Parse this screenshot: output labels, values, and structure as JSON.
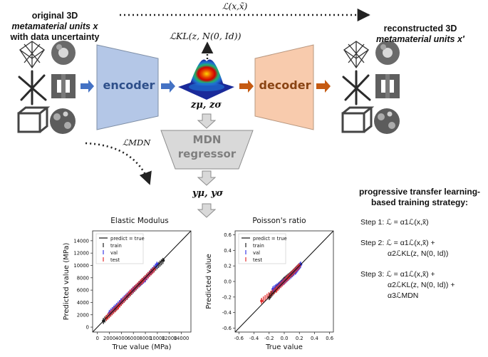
{
  "left_header": [
    "original 3D",
    "metamaterial units x",
    "with data uncertainty"
  ],
  "right_header": [
    "reconstructed 3D",
    "metamaterial units x′"
  ],
  "top_loss": "ℒ(x,x̃)",
  "kl_loss": "ℒKL(z, N(0, Id))",
  "encoder_label": "encoder",
  "decoder_label": "decoder",
  "latent_label": "zμ, zσ",
  "mdn_label": [
    "MDN",
    "regressor"
  ],
  "mdn_loss": "ℒMDN",
  "output_label": "yμ, yσ",
  "strategy_title": [
    "progressive transfer learning-",
    "based training strategy:"
  ],
  "steps": {
    "step1": [
      "Step 1: ℒ = α1ℒ(x,x̃)"
    ],
    "step2": [
      "Step 2: ℒ = α1ℒ(x,x̃) +",
      "α2ℒKL(z, N(0, Id))"
    ],
    "step3": [
      "Step 3: ℒ = α1ℒ(x,x̃) +",
      "α2ℒKL(z, N(0, Id)) +",
      "α3ℒMDN"
    ]
  },
  "colors": {
    "encoder": "#b4c7e7",
    "decoder": "#f8cbad",
    "mdn": "#d9d9d9",
    "arrow": "#4472c4",
    "arrow_dec": "#c55a11"
  },
  "chart_data": [
    {
      "type": "scatter",
      "title": "Elastic Modulus",
      "xlabel": "True value (MPa)",
      "ylabel": "Predicted value (MPa)",
      "xlim": [
        -800,
        15600
      ],
      "ylim": [
        -800,
        15600
      ],
      "xticks": [
        0,
        2000,
        4000,
        6000,
        8000,
        10000,
        12000,
        14000
      ],
      "xtick_labels": [
        "0",
        "2000",
        "4000",
        "6000",
        "8000",
        "10000",
        "12000",
        "14000"
      ],
      "yticks": [
        0,
        2000,
        4000,
        6000,
        8000,
        10000,
        12000,
        14000
      ],
      "ytick_labels": [
        "0",
        "2000",
        "4000",
        "6000",
        "8000",
        "10000",
        "12000",
        "14000"
      ],
      "legend": [
        "predict = true",
        "train",
        "val",
        "test"
      ],
      "legend_position": "top-left",
      "series": [
        {
          "name": "train",
          "x": [
            1000,
            3000,
            5000,
            7000,
            9000,
            11000
          ],
          "y": [
            1000,
            3000,
            5000,
            7000,
            9000,
            10800
          ]
        },
        {
          "name": "val",
          "x": [
            2000,
            4000,
            6000,
            8000,
            10000
          ],
          "y": [
            2300,
            4200,
            6100,
            7800,
            10200
          ]
        },
        {
          "name": "test",
          "x": [
            1500,
            3500,
            5500,
            7500,
            9500
          ],
          "y": [
            1500,
            3400,
            5600,
            7500,
            9400
          ]
        }
      ]
    },
    {
      "type": "scatter",
      "title": "Poisson's ratio",
      "xlabel": "True value",
      "ylabel": "Predicted value",
      "xlim": [
        -0.65,
        0.65
      ],
      "ylim": [
        -0.65,
        0.65
      ],
      "xticks": [
        -0.6,
        -0.4,
        -0.2,
        0.0,
        0.2,
        0.4,
        0.6
      ],
      "xtick_labels": [
        "-0.6",
        "-0.4",
        "-0.2",
        "0.0",
        "0.2",
        "0.4",
        "0.6"
      ],
      "yticks": [
        -0.6,
        -0.4,
        -0.2,
        0.0,
        0.2,
        0.4,
        0.6
      ],
      "ytick_labels": [
        "-0.6",
        "-0.4",
        "-0.2",
        "0.0",
        "0.2",
        "0.4",
        "0.6"
      ],
      "legend": [
        "predict = true",
        "train",
        "val",
        "test"
      ],
      "legend_position": "top-left",
      "series": [
        {
          "name": "train",
          "x": [
            -0.2,
            -0.1,
            0.0,
            0.1,
            0.2
          ],
          "y": [
            -0.2,
            -0.08,
            0.02,
            0.1,
            0.2
          ]
        },
        {
          "name": "val",
          "x": [
            -0.15,
            0.0,
            0.15,
            0.22
          ],
          "y": [
            -0.1,
            0.0,
            0.13,
            0.22
          ]
        },
        {
          "name": "test",
          "x": [
            -0.3,
            -0.1,
            0.05,
            0.2
          ],
          "y": [
            -0.25,
            -0.1,
            0.05,
            0.2
          ]
        }
      ]
    }
  ]
}
